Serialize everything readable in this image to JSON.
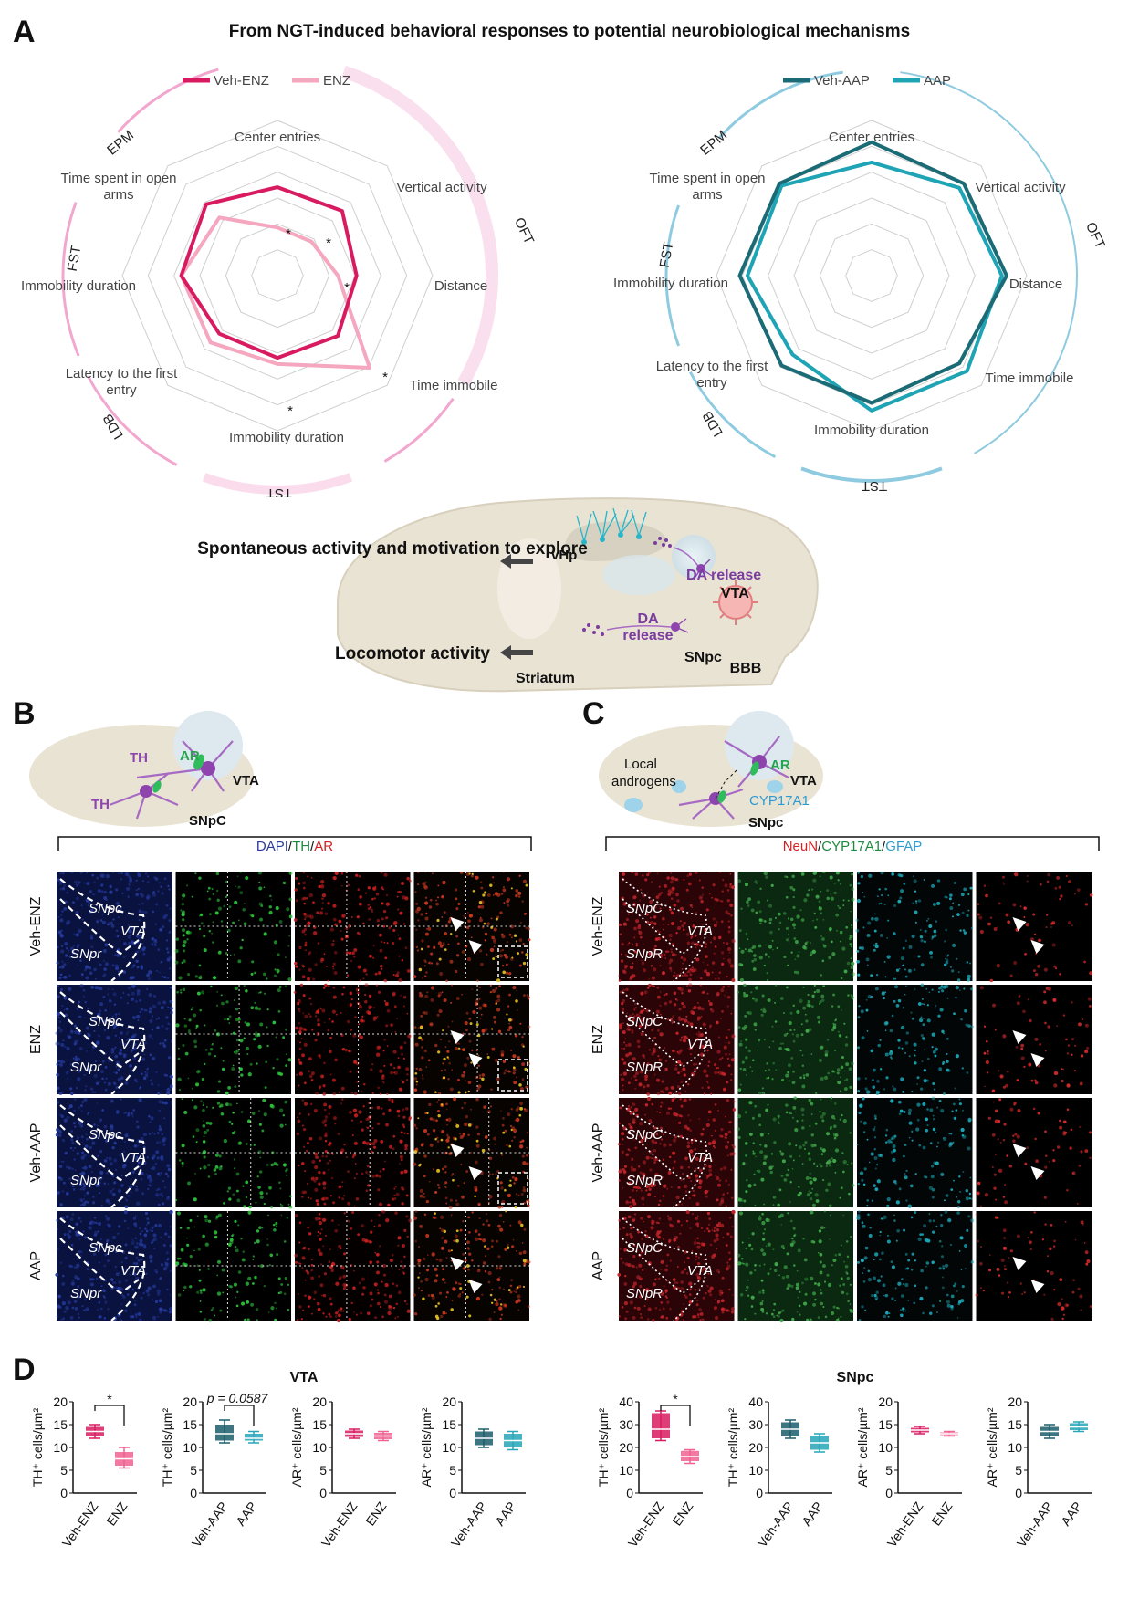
{
  "panel_labels": {
    "a": "A",
    "b": "B",
    "c": "C",
    "d": "D"
  },
  "title": "From NGT-induced behavioral responses to potential neurobiological  mechanisms",
  "radar_left": {
    "legend": [
      "Veh-ENZ",
      "ENZ"
    ],
    "colors": [
      "#d81b60",
      "#f4a7bf"
    ],
    "axes": [
      "Center entries",
      "Vertical activity",
      "Distance",
      "Time immobile",
      "Immobility duration",
      "Latency to the first entry",
      "Immobility duration",
      "Time spent in open arms"
    ],
    "test_groups": [
      "EPM",
      "OFT",
      "TST",
      "LDB",
      "FST"
    ],
    "star": "*",
    "veh": [
      0.57,
      0.59,
      0.51,
      0.55,
      0.53,
      0.53,
      0.62,
      0.65
    ],
    "drug": [
      0.31,
      0.31,
      0.39,
      0.84,
      0.57,
      0.61,
      0.62,
      0.53
    ]
  },
  "radar_right": {
    "legend": [
      "Veh-AAP",
      "AAP"
    ],
    "colors": [
      "#1b6b76",
      "#1fa4b6"
    ],
    "axes": [
      "Center entries",
      "Vertical activity",
      "Distance",
      "Time immobile",
      "Immobility duration",
      "Latency to the first entry",
      "Immobility duration",
      "Time spent in open arms"
    ],
    "test_groups": [
      "EPM",
      "OFT",
      "TST",
      "LDB",
      "FST"
    ],
    "veh": [
      0.86,
      0.84,
      0.87,
      0.8,
      0.82,
      0.82,
      0.85,
      0.84
    ],
    "drug": [
      0.73,
      0.8,
      0.84,
      0.87,
      0.87,
      0.72,
      0.8,
      0.82
    ]
  },
  "brain": {
    "spontaneous": "Spontaneous activity and motivation to explore",
    "locomotor": "Locomotor activity",
    "vhp": "vHp",
    "da_release_1": "DA release",
    "da_release_2": "DA\nrelease",
    "vta": "VTA",
    "snpc": "SNpc",
    "striatum": "Striatum",
    "bbb": "BBB"
  },
  "schematic_b": {
    "th1": "TH",
    "ar": "AR",
    "vta": "VTA",
    "th2": "TH",
    "snpc": "SNpC"
  },
  "schematic_c": {
    "local": "Local\nandrogens",
    "ar": "AR",
    "vta": "VTA",
    "cyp": "CYP17A1",
    "snpc": "SNpc"
  },
  "stain_b": {
    "dapi": "DAPI",
    "th": "TH",
    "ar": "AR",
    "slash": "/"
  },
  "stain_c": {
    "neun": "NeuN",
    "cyp": "CYP17A1",
    "gfap": "GFAP",
    "slash": "/"
  },
  "rows_b": [
    "Veh-ENZ",
    "ENZ",
    "Veh-AAP",
    "AAP"
  ],
  "rows_c": [
    "Veh-ENZ",
    "ENZ",
    "Veh-AAP",
    "AAP"
  ],
  "region_b": {
    "snpc": "SNpc",
    "snpr": "SNpr",
    "vta": "VTA"
  },
  "region_c": {
    "snpc": "SNpC",
    "snpr": "SNpR",
    "vta": "VTA"
  },
  "panel_d": {
    "vta_title": "VTA",
    "snpc_title": "SNpc",
    "pval": "p = 0.0587",
    "star": "*",
    "colors": {
      "veh_enz": "#d81b60",
      "enz": "#f06292",
      "veh_aap": "#1b5e6b",
      "aap": "#26a6b8"
    }
  },
  "chart_data": [
    {
      "type": "box",
      "region": "VTA",
      "ylabel": "TH⁺ cells/µm²",
      "ylim": [
        0,
        20
      ],
      "yticks": [
        "0",
        "5",
        "10",
        "15",
        "20"
      ],
      "categories": [
        "Veh-ENZ",
        "ENZ"
      ],
      "boxes": [
        {
          "min": 12,
          "q1": 12.5,
          "median": 13.5,
          "q3": 14.5,
          "max": 15
        },
        {
          "min": 5.5,
          "q1": 6,
          "median": 7.5,
          "q3": 9,
          "max": 10
        }
      ],
      "annotation": "*"
    },
    {
      "type": "box",
      "region": "VTA",
      "ylabel": "TH⁺ cells/µm²",
      "ylim": [
        0,
        20
      ],
      "yticks": [
        "0",
        "5",
        "10",
        "15",
        "20"
      ],
      "categories": [
        "Veh-AAP",
        "AAP"
      ],
      "boxes": [
        {
          "min": 11,
          "q1": 11.5,
          "median": 13,
          "q3": 15,
          "max": 16
        },
        {
          "min": 11,
          "q1": 11.5,
          "median": 12,
          "q3": 13,
          "max": 13.5
        }
      ],
      "annotation": "p = 0.0587"
    },
    {
      "type": "box",
      "region": "VTA",
      "ylabel": "AR⁺ cells/µm²",
      "ylim": [
        0,
        20
      ],
      "yticks": [
        "0",
        "5",
        "10",
        "15",
        "20"
      ],
      "categories": [
        "Veh-ENZ",
        "ENZ"
      ],
      "boxes": [
        {
          "min": 12,
          "q1": 12.3,
          "median": 13,
          "q3": 13.7,
          "max": 14
        },
        {
          "min": 11.5,
          "q1": 11.8,
          "median": 12.5,
          "q3": 13.2,
          "max": 13.5
        }
      ]
    },
    {
      "type": "box",
      "region": "VTA",
      "ylabel": "AR⁺ cells/µm²",
      "ylim": [
        0,
        20
      ],
      "yticks": [
        "0",
        "5",
        "10",
        "15",
        "20"
      ],
      "categories": [
        "Veh-AAP",
        "AAP"
      ],
      "boxes": [
        {
          "min": 10,
          "q1": 10.5,
          "median": 12,
          "q3": 13.5,
          "max": 14
        },
        {
          "min": 9.5,
          "q1": 10,
          "median": 11.5,
          "q3": 13,
          "max": 13.5
        }
      ]
    },
    {
      "type": "box",
      "region": "SNpc",
      "ylabel": "TH⁺ cells/µm²",
      "ylim": [
        0,
        40
      ],
      "yticks": [
        "0",
        "10",
        "20",
        "30",
        "40"
      ],
      "categories": [
        "Veh-ENZ",
        "ENZ"
      ],
      "boxes": [
        {
          "min": 23,
          "q1": 24,
          "median": 28,
          "q3": 35,
          "max": 36
        },
        {
          "min": 13,
          "q1": 14,
          "median": 16,
          "q3": 18.5,
          "max": 19
        }
      ],
      "annotation": "*"
    },
    {
      "type": "box",
      "region": "SNpc",
      "ylabel": "TH⁺ cells/µm²",
      "ylim": [
        0,
        40
      ],
      "yticks": [
        "0",
        "10",
        "20",
        "30",
        "40"
      ],
      "categories": [
        "Veh-AAP",
        "AAP"
      ],
      "boxes": [
        {
          "min": 24,
          "q1": 25,
          "median": 28,
          "q3": 31,
          "max": 32
        },
        {
          "min": 18,
          "q1": 19,
          "median": 22,
          "q3": 25,
          "max": 26
        }
      ]
    },
    {
      "type": "box",
      "region": "SNpc",
      "ylabel": "AR⁺ cells/µm²",
      "ylim": [
        0,
        20
      ],
      "yticks": [
        "0",
        "5",
        "10",
        "15",
        "20"
      ],
      "categories": [
        "Veh-ENZ",
        "ENZ"
      ],
      "boxes": [
        {
          "min": 13,
          "q1": 13.3,
          "median": 13.8,
          "q3": 14.3,
          "max": 14.6
        },
        {
          "min": 12.5,
          "q1": 12.7,
          "median": 13,
          "q3": 13.3,
          "max": 13.5
        }
      ]
    },
    {
      "type": "box",
      "region": "SNpc",
      "ylabel": "AR⁺ cells/µm²",
      "ylim": [
        0,
        20
      ],
      "yticks": [
        "0",
        "5",
        "10",
        "15",
        "20"
      ],
      "categories": [
        "Veh-AAP",
        "AAP"
      ],
      "boxes": [
        {
          "min": 12,
          "q1": 12.5,
          "median": 13.5,
          "q3": 14.5,
          "max": 15
        },
        {
          "min": 13.5,
          "q1": 13.8,
          "median": 14.5,
          "q3": 15.3,
          "max": 15.6
        }
      ]
    }
  ]
}
